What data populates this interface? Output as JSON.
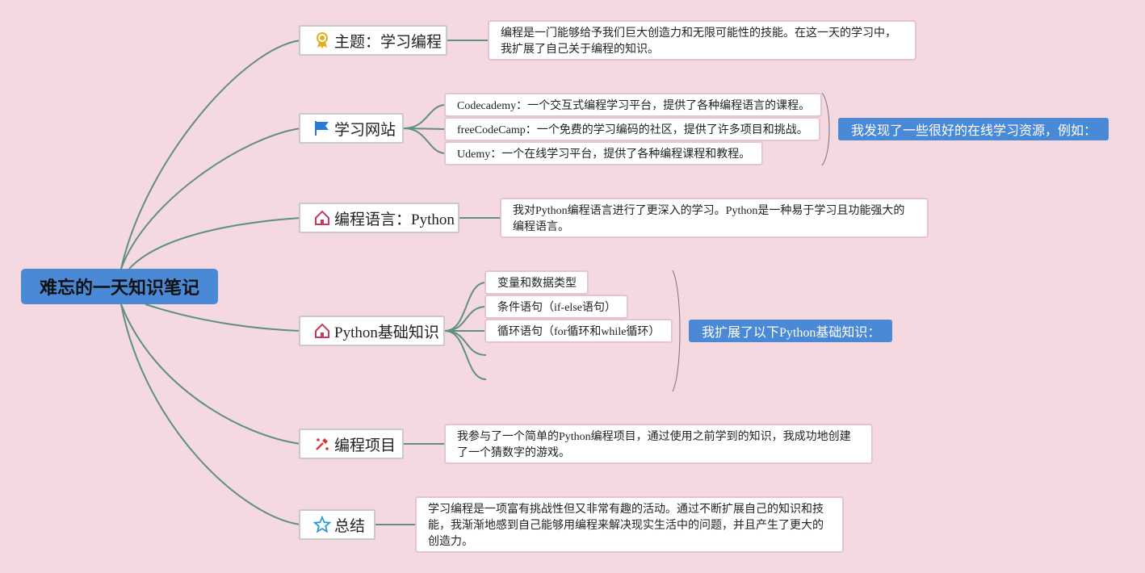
{
  "root": "难忘的一天知识笔记",
  "topics": [
    {
      "label": "主题：学习编程",
      "icon": "medal-icon",
      "note": "编程是一门能够给予我们巨大创造力和无限可能性的技能。在这一天的学习中，我扩展了自己关于编程的知识。"
    },
    {
      "label": "学习网站",
      "icon": "flag-icon",
      "items": [
        "Codecademy：一个交互式编程学习平台，提供了各种编程语言的课程。",
        "freeCodeCamp：一个免费的学习编码的社区，提供了许多项目和挑战。",
        "Udemy：一个在线学习平台，提供了各种编程课程和教程。"
      ],
      "summary": "我发现了一些很好的在线学习资源，例如："
    },
    {
      "label": "编程语言：Python",
      "icon": "house-icon",
      "note": "我对Python编程语言进行了更深入的学习。Python是一种易于学习且功能强大的编程语言。"
    },
    {
      "label": "Python基础知识",
      "icon": "house-icon",
      "items": [
        "变量和数据类型",
        "条件语句（if-else语句）",
        "循环语句（for循环和while循环）"
      ],
      "summary": "我扩展了以下Python基础知识："
    },
    {
      "label": "编程项目",
      "icon": "tools-icon",
      "note": "我参与了一个简单的Python编程项目，通过使用之前学到的知识，我成功地创建了一个猜数字的游戏。"
    },
    {
      "label": "总结",
      "icon": "star-icon",
      "note": "学习编程是一项富有挑战性但又非常有趣的活动。通过不断扩展自己的知识和技能，我渐渐地感到自己能够用编程来解决现实生活中的问题，并且产生了更大的创造力。"
    }
  ],
  "colors": {
    "background": "#f4d9e0",
    "root": "#4a89d6",
    "connector": "#5e8f80",
    "summary": "#4a89d6"
  }
}
